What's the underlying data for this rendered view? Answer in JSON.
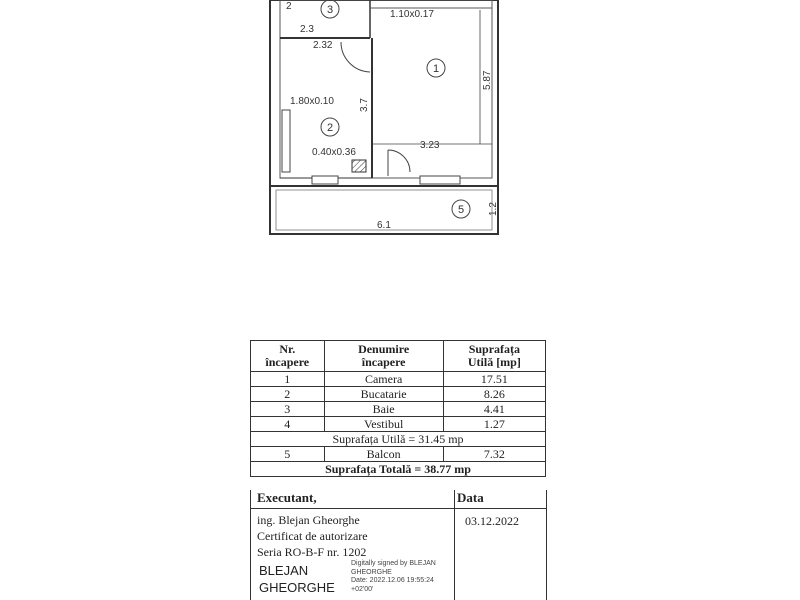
{
  "plan": {
    "rooms": [
      {
        "id": "1",
        "label": "1"
      },
      {
        "id": "2",
        "label": "2"
      },
      {
        "id": "3",
        "label": "3"
      },
      {
        "id": "5",
        "label": "5"
      }
    ],
    "dims": {
      "d_2_3": "2.3",
      "d_2_32": "2.32",
      "d_5_87": "5.87",
      "d_3_7": "3.7",
      "d_3_23": "3.23",
      "d_1_2": "1.2",
      "d_6_1": "6.1",
      "d_2_top": "2",
      "d_1_10": "1.10x0.17",
      "d_1_80": "1.80x0.10",
      "d_0_40": "0.40x0.36"
    }
  },
  "table": {
    "headers": [
      "Nr.\nîncapere",
      "Denumire\nîncapere",
      "Suprafața\nUtilă [mp]"
    ],
    "rows": [
      {
        "nr": "1",
        "name": "Camera",
        "area": "17.51"
      },
      {
        "nr": "2",
        "name": "Bucatarie",
        "area": "8.26"
      },
      {
        "nr": "3",
        "name": "Baie",
        "area": "4.41"
      },
      {
        "nr": "4",
        "name": "Vestibul",
        "area": "1.27"
      }
    ],
    "subtotal": "Suprafața Utilă = 31.45 mp",
    "balcony": {
      "nr": "5",
      "name": "Balcon",
      "area": "7.32"
    },
    "total": "Suprafața Totală = 38.77 mp"
  },
  "signature": {
    "executant_label": "Executant,",
    "data_label": "Data",
    "date": "03.12.2022",
    "line1": "ing. Blejan Gheorghe",
    "line2": "Certificat de autorizare",
    "line3": "Seria RO-B-F nr. 1202",
    "signer_line1": "BLEJAN",
    "signer_line2": "GHEORGHE",
    "digital_line1": "Digitally signed by BLEJAN",
    "digital_line2": "GHEORGHE",
    "digital_line3": "Date: 2022.12.06 19:55:24",
    "digital_line4": "+02'00'"
  }
}
